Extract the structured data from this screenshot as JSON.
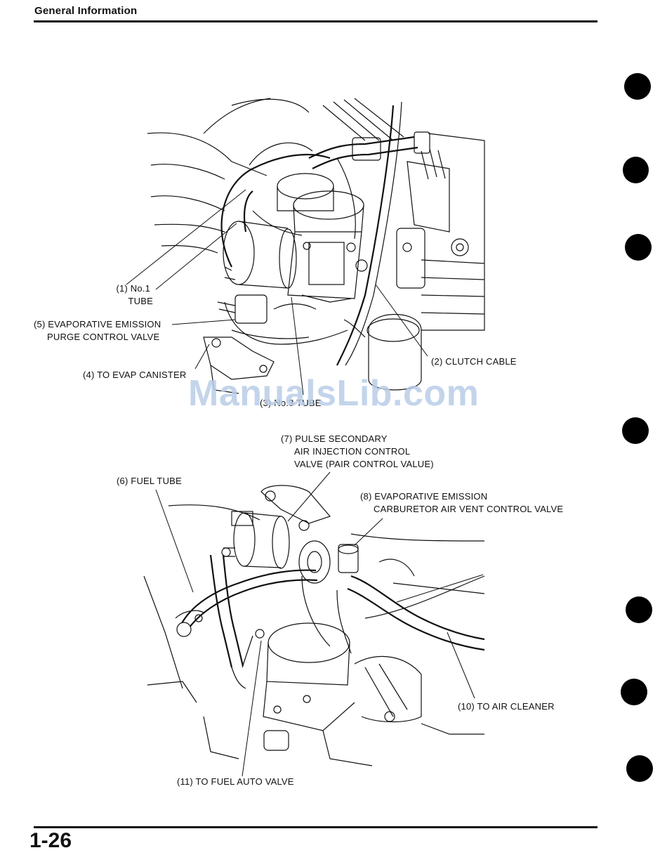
{
  "header": {
    "title": "General Information"
  },
  "page_number": "1-26",
  "watermark": "ManualsLib.com",
  "top_figure": {
    "labels": {
      "tube1_a": "(1) No.1",
      "tube1_b": "TUBE",
      "evap_purge_a": "(5) EVAPORATIVE EMISSION",
      "evap_purge_b": "PURGE CONTROL VALVE",
      "evap_canister": "(4) TO EVAP CANISTER",
      "clutch_cable": "(2) CLUTCH CABLE",
      "tube3": "(3) No.3 TUBE"
    }
  },
  "bottom_figure": {
    "labels": {
      "pair_a": "(7) PULSE SECONDARY",
      "pair_b": "AIR INJECTION CONTROL",
      "pair_c": "VALVE (PAIR CONTROL VALUE)",
      "fuel_tube": "(6) FUEL TUBE",
      "vent_a": "(8) EVAPORATIVE EMISSION",
      "vent_b": "CARBURETOR AIR VENT CONTROL VALVE",
      "air_cleaner": "(10) TO AIR CLEANER",
      "fuel_auto": "(11) TO FUEL AUTO VALVE"
    }
  }
}
